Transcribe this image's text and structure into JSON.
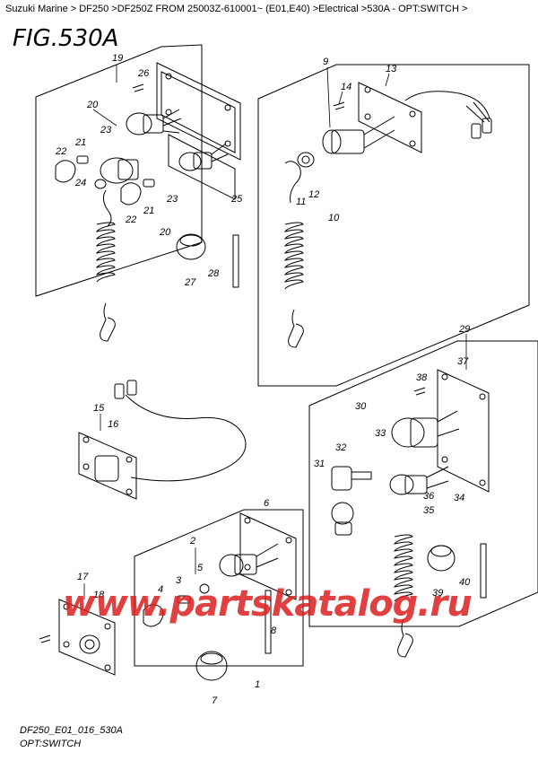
{
  "breadcrumb": "Suzuki Marine > DF250 >DF250Z FROM 25003Z-610001~ (E01,E40) >Electrical >530A - OPT:SWITCH >",
  "figure_title": "FIG.530A",
  "diagram_code": "DF250_E01_016_530A",
  "diagram_subtitle": "OPT:SWITCH",
  "watermark": "www.partskatalog.ru",
  "callouts": {
    "c1": "1",
    "c2": "2",
    "c3": "3",
    "c4": "4",
    "c5": "5",
    "c6": "6",
    "c7": "7",
    "c8": "8",
    "c9": "9",
    "c10": "10",
    "c11": "11",
    "c12": "12",
    "c13": "13",
    "c14": "14",
    "c15": "15",
    "c16": "16",
    "c17": "17",
    "c18": "18",
    "c19": "19",
    "c20a": "20",
    "c20b": "20",
    "c21a": "21",
    "c21b": "21",
    "c22a": "22",
    "c22b": "22",
    "c23a": "23",
    "c23b": "23",
    "c24": "24",
    "c25": "25",
    "c26": "26",
    "c27": "27",
    "c28": "28",
    "c29": "29",
    "c30": "30",
    "c31": "31",
    "c32": "32",
    "c33": "33",
    "c34": "34",
    "c35": "35",
    "c36": "36",
    "c37": "37",
    "c38": "38",
    "c39": "39",
    "c40": "40"
  },
  "colors": {
    "line": "#000000",
    "watermark": "#dc1e1e"
  }
}
